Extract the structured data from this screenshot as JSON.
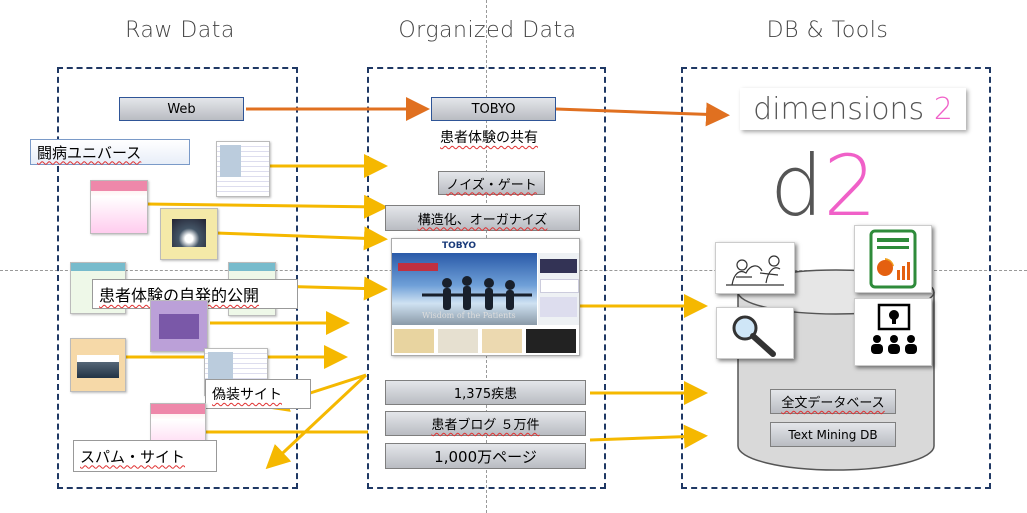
{
  "headers": {
    "raw": "Raw Data",
    "organized": "Organized Data",
    "db": "DB & Tools"
  },
  "raw": {
    "web": "Web",
    "toubyou": "闘病ユニバース",
    "self_disclosure": "患者体験の自発的公開",
    "fake_sites": "偽装サイト",
    "spam_sites": "スパム・サイト"
  },
  "organized": {
    "tobyo": "TOBYO",
    "sharing": "患者体験の共有",
    "noise_gate": "ノイズ・ゲート",
    "structure": "構造化、オーガナイズ",
    "screenshot_brand": "TOBYO",
    "screenshot_tagline": "Wisdom of the Patients",
    "diseases": "1,375疾患",
    "blogs": "患者ブログ ５万件",
    "pages": "1,000万ページ"
  },
  "db": {
    "logo_text": "dimensions",
    "logo_num": "2",
    "d2_letter": "d",
    "d2_num": "2",
    "fulltext": "全文データベース",
    "textmining": "Text Mining DB"
  },
  "colors": {
    "orange": "#e07020",
    "yellow": "#f5b800",
    "pink": "#f060c8",
    "navy": "#1f3864"
  },
  "icons": [
    "report-chart-icon",
    "magnifier-icon",
    "presenter-icon",
    "engraving-illustration"
  ]
}
